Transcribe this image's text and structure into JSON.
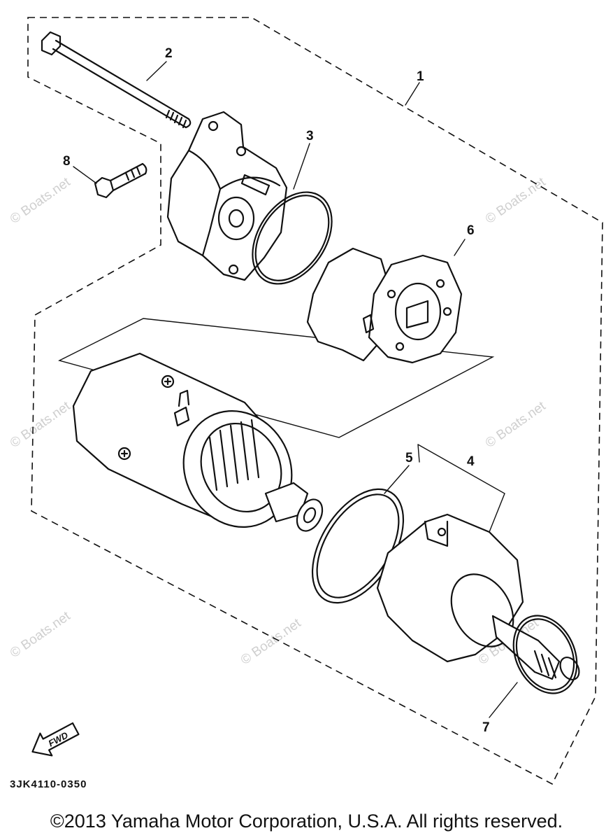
{
  "callouts": [
    "1",
    "2",
    "3",
    "4",
    "5",
    "6",
    "7",
    "8"
  ],
  "watermark": "© Boats.net",
  "fwd_label": "FWD",
  "diagram_code": "3JK4110-0350",
  "copyright": "©2013 Yamaha Motor Corporation, U.S.A. All rights reserved."
}
